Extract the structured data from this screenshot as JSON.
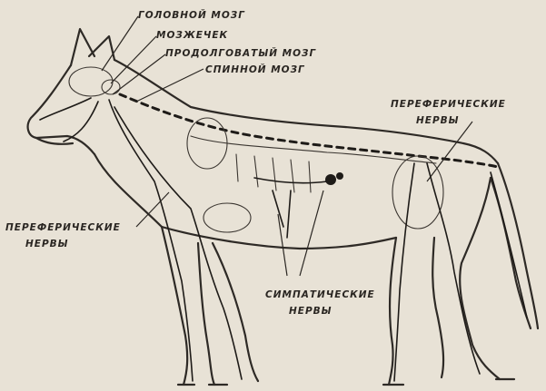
{
  "labels": {
    "brain": "ГОЛОВНОЙ МОЗГ",
    "cerebellum": "МОЗЖЕЧЕК",
    "medulla": "ПРОДОЛГОВАТЫЙ МОЗГ",
    "spinal_cord": "СПИННОЙ МОЗГ",
    "peripheral_right_line1": "ПЕРЕФЕРИЧЕСКИЕ",
    "peripheral_right_line2": "НЕРВЫ",
    "peripheral_left_line1": "ПЕРЕФЕРИЧЕСКИЕ",
    "peripheral_left_line2": "НЕРВЫ",
    "sympathetic_line1": "СИМПАТИЧЕСКИЕ",
    "sympathetic_line2": "НЕРВЫ"
  },
  "colors": {
    "paper": "#e8e2d6",
    "ink": "#2e2a26"
  }
}
